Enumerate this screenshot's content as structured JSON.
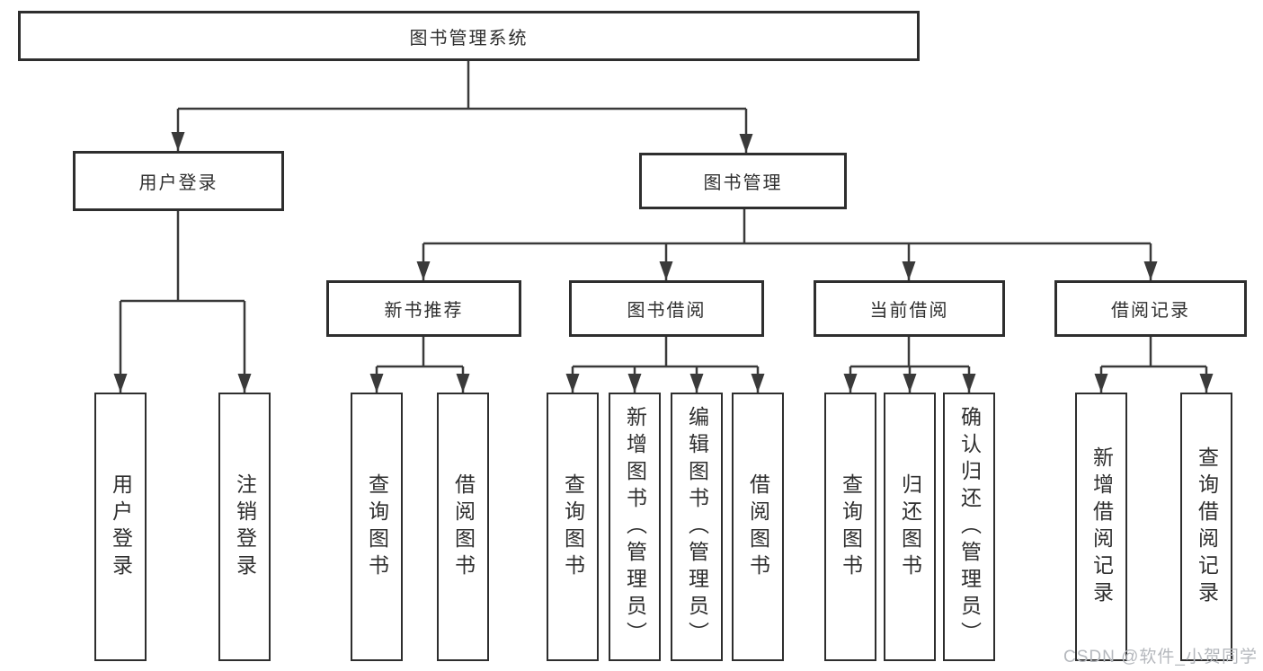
{
  "diagram_title": "图书管理系统",
  "colors": {
    "box_border": "#2e2e2e",
    "connector_line": "#3a3a3a",
    "text": "#2f2f2f",
    "background": "#ffffff",
    "watermark": "#b5b8bd"
  },
  "tree": {
    "label": "图书管理系统",
    "children": [
      {
        "label": "用户登录",
        "children": [
          {
            "label": "用户登录"
          },
          {
            "label": "注销登录"
          }
        ]
      },
      {
        "label": "图书管理",
        "children": [
          {
            "label": "新书推荐",
            "children": [
              {
                "label": "查询图书"
              },
              {
                "label": "借阅图书"
              }
            ]
          },
          {
            "label": "图书借阅",
            "children": [
              {
                "label": "查询图书"
              },
              {
                "label": "新增图书（管理员）"
              },
              {
                "label": "编辑图书（管理员）"
              },
              {
                "label": "借阅图书"
              }
            ]
          },
          {
            "label": "当前借阅",
            "children": [
              {
                "label": "查询图书"
              },
              {
                "label": "归还图书"
              },
              {
                "label": "确认归还（管理员）"
              }
            ]
          },
          {
            "label": "借阅记录",
            "children": [
              {
                "label": "新增借阅记录"
              },
              {
                "label": "查询借阅记录"
              }
            ]
          }
        ]
      }
    ]
  },
  "watermark": {
    "text": "CSDN @软件_小贺同学"
  }
}
